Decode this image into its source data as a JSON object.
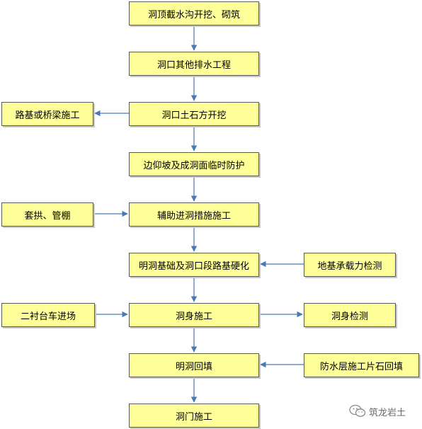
{
  "colors": {
    "box_fill": "#ffff99",
    "box_border": "#5a5a5a",
    "arrow": "#4a7ab5"
  },
  "nodes": {
    "n1": "洞顶截水沟开挖、砌筑",
    "n2": "洞口其他排水工程",
    "n3": "洞口土石方开挖",
    "n4": "边仰坡及成洞面临时防护",
    "n5": "辅助进洞措施施工",
    "n6": "明洞基础及洞口段路基硬化",
    "n7": "洞身施工",
    "n8": "明洞回填",
    "n9": "洞门施工",
    "side_road": "路基或桥梁施工",
    "side_arch": "套拱、管棚",
    "side_foundation": "地基承载力检测",
    "side_lining": "二衬台车进场",
    "side_inspect": "洞身检测",
    "side_waterproof": "防水层施工片石回填"
  },
  "watermark": {
    "text": "筑龙岩土",
    "icon": "wechat-icon"
  }
}
